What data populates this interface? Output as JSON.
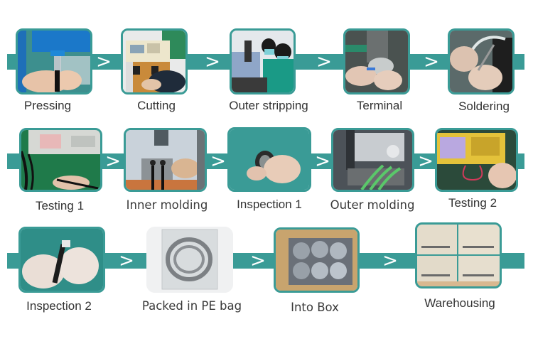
{
  "title": "Cable assembly production process flow",
  "colors": {
    "band": "#3a9b96",
    "frame_border": "#3a9b96",
    "arrow": "#ffffff",
    "label_text": "#333333",
    "background": "#ffffff"
  },
  "arrow_glyph": ">",
  "rows": [
    {
      "steps": [
        {
          "label": "Pressing",
          "photo": "pneumatic press machine with hands holding cable"
        },
        {
          "label": "Cutting",
          "photo": "automatic wire cutting machine"
        },
        {
          "label": "Outer stripping",
          "photo": "workers at stripping station"
        },
        {
          "label": "Terminal",
          "photo": "terminal crimping close-up"
        },
        {
          "label": "Soldering",
          "photo": "hands soldering with iron"
        }
      ]
    },
    {
      "steps": [
        {
          "label": "Testing 1",
          "photo": "cable tester with wires"
        },
        {
          "label": "Inner molding",
          "photo": "inner molding fixture"
        },
        {
          "label": "Inspection 1",
          "photo": "hand holding connector for inspection"
        },
        {
          "label": "Outer molding",
          "photo": "outer molding machine with green cables"
        },
        {
          "label": "Testing 2",
          "photo": "yellow cable tester"
        }
      ]
    },
    {
      "steps": [
        {
          "label": "Inspection 2",
          "photo": "gloved hands inspecting connector"
        },
        {
          "label": "Packed in PE bag",
          "photo": "coiled cable in clear PE bag"
        },
        {
          "label": "Into Box",
          "photo": "cardboard box of bagged cables"
        },
        {
          "label": "Warehousing",
          "photo": "stacked cartons on pallet"
        }
      ]
    }
  ]
}
